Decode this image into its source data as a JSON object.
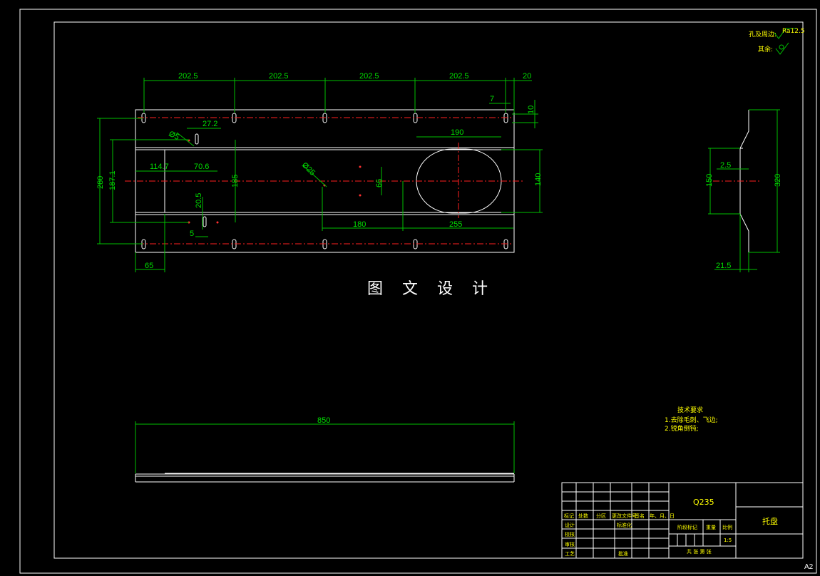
{
  "sheet": {
    "size_label": "A2",
    "caption": "图 文 设 计"
  },
  "top_view": {
    "dims": {
      "pitch_1": "202.5",
      "pitch_2": "202.5",
      "pitch_3": "202.5",
      "pitch_4": "202.5",
      "end_offset": "20",
      "slot_width": "7",
      "slot_len": "10",
      "hole_spacing": "27.2",
      "hole_dia": "Ø5",
      "edge_offset": "114.7",
      "hole_offset": "70.6",
      "overall_width": "280",
      "inner_width": "187.1",
      "flange_gap": "185",
      "big_hole_dia": "Ø25",
      "small_spacing": "66",
      "opening_width": "190",
      "opening_height": "140",
      "offset_180": "180",
      "offset_255": "255",
      "slot_20_5": "20.5",
      "slot_5": "5",
      "left_65": "65"
    }
  },
  "side_view": {
    "dims": {
      "thickness": "2.5",
      "inner": "150",
      "outer": "320",
      "flange": "21.5"
    }
  },
  "front_view": {
    "dims": {
      "length": "850"
    }
  },
  "surface_notes": {
    "line1": "孔及周边:",
    "line2": "其余:",
    "roughness": "Ra12.5"
  },
  "tech_requirements": {
    "title": "技术要求",
    "items": [
      "1.去除毛刺、飞边;",
      "2.锐角倒钝;"
    ]
  },
  "title_block": {
    "material": "Q235",
    "part_name": "托盘",
    "scale": "1:5",
    "headers": [
      "标记",
      "处数",
      "分区",
      "更改文件号",
      "签名",
      "年、月、日"
    ],
    "rows": [
      "设计",
      "校核",
      "审核",
      "工艺"
    ],
    "std_label": "标准化",
    "approve_label": "批准",
    "stage_label": "阶段标记",
    "weight_label": "重量",
    "ratio_label": "比例",
    "sheet_label": "共  张   第  张"
  }
}
